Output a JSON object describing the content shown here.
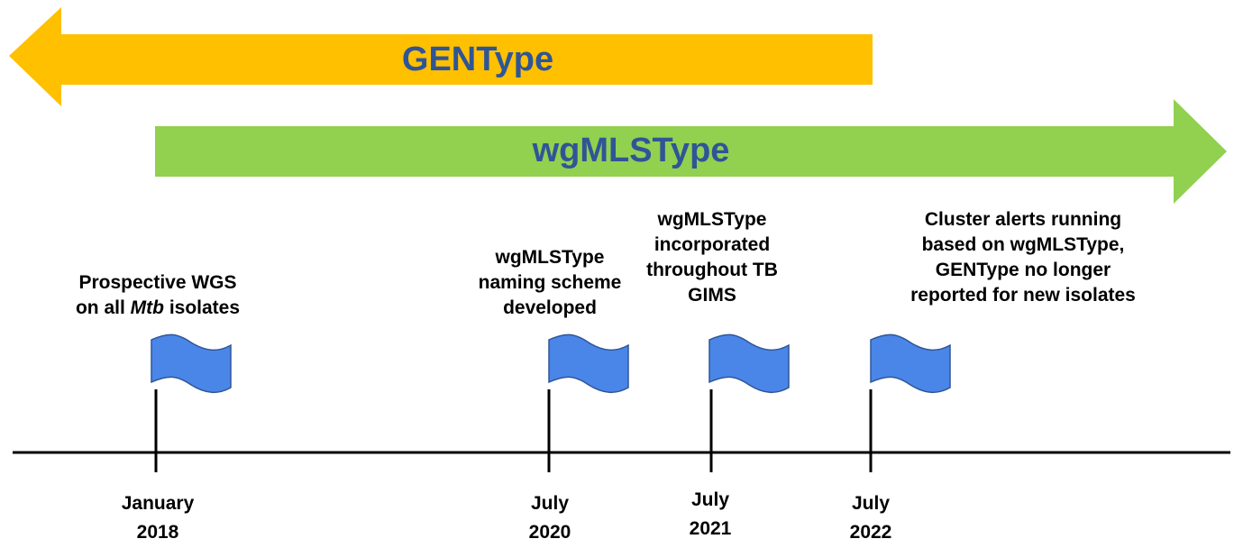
{
  "colors": {
    "gentype_arrow": "#FFC000",
    "wgmlstype_arrow": "#92D050",
    "arrow_text": "#2F5597",
    "flag_fill": "#4A86E8",
    "flag_stroke": "#2F5597",
    "timeline": "#000000"
  },
  "arrows": {
    "gentype": {
      "label": "GENType",
      "direction": "left"
    },
    "wgmlstype": {
      "label": "wgMLSType",
      "direction": "right"
    }
  },
  "milestones": [
    {
      "description_lines": [
        "Prospective WGS",
        "on all <i>Mtb</i> isolates"
      ],
      "date_line1": "January",
      "date_line2": "2018"
    },
    {
      "description_lines": [
        "wgMLSType",
        "naming scheme",
        "developed"
      ],
      "date_line1": "July",
      "date_line2": "2020"
    },
    {
      "description_lines": [
        "wgMLSType",
        "incorporated",
        "throughout TB",
        "GIMS"
      ],
      "date_line1": "July",
      "date_line2": "2021"
    },
    {
      "description_lines": [
        "Cluster alerts running",
        "based on wgMLSType,",
        "GENType no longer",
        "reported for new isolates"
      ],
      "date_line1": "July",
      "date_line2": "2022"
    }
  ]
}
